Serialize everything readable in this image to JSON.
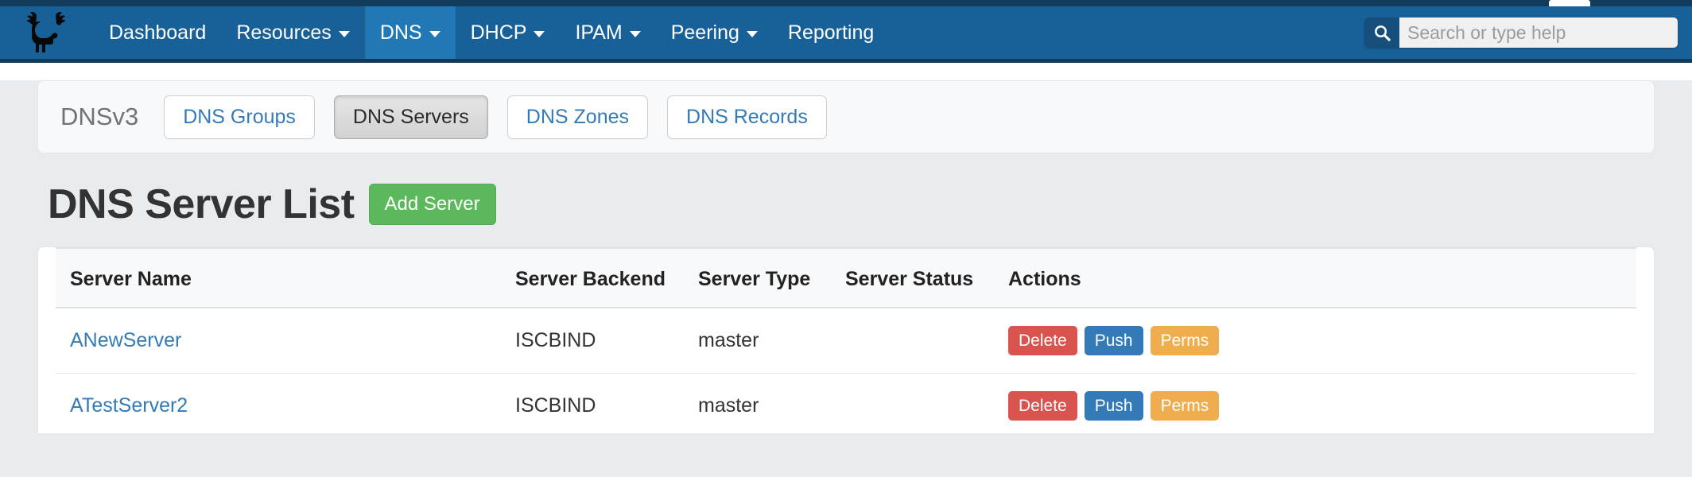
{
  "colors": {
    "navbar_blue": "#186198",
    "navbar_active_blue": "#2178b5",
    "navbar_border": "#0e3a5e",
    "page_background": "#e9ecef",
    "link_blue": "#337ab7",
    "add_green": "#5cb85c",
    "delete_red": "#d9534f",
    "push_blue": "#337ab7",
    "perms_orange": "#efad4e"
  },
  "navbar": {
    "logo_icon": "moose-logo-icon",
    "items": [
      {
        "label": "Dashboard",
        "has_caret": false,
        "active": false
      },
      {
        "label": "Resources",
        "has_caret": true,
        "active": false
      },
      {
        "label": "DNS",
        "has_caret": true,
        "active": true
      },
      {
        "label": "DHCP",
        "has_caret": true,
        "active": false
      },
      {
        "label": "IPAM",
        "has_caret": true,
        "active": false
      },
      {
        "label": "Peering",
        "has_caret": true,
        "active": false
      },
      {
        "label": "Reporting",
        "has_caret": false,
        "active": false
      }
    ],
    "search": {
      "icon": "search-icon",
      "placeholder": "Search or type help",
      "value": ""
    }
  },
  "module": {
    "title": "DNSv3",
    "tabs": [
      {
        "label": "DNS Groups",
        "active": false
      },
      {
        "label": "DNS Servers",
        "active": true
      },
      {
        "label": "DNS Zones",
        "active": false
      },
      {
        "label": "DNS Records",
        "active": false
      }
    ]
  },
  "main": {
    "title": "DNS Server List",
    "add_button": "Add Server",
    "table": {
      "columns": [
        "Server Name",
        "Server Backend",
        "Server Type",
        "Server Status",
        "Actions"
      ],
      "rows": [
        {
          "name": "ANewServer",
          "backend": "ISCBIND",
          "type": "master",
          "status": "",
          "actions": [
            {
              "label": "Delete",
              "style": "delete"
            },
            {
              "label": "Push",
              "style": "push"
            },
            {
              "label": "Perms",
              "style": "perms"
            }
          ]
        },
        {
          "name": "ATestServer2",
          "backend": "ISCBIND",
          "type": "master",
          "status": "",
          "actions": [
            {
              "label": "Delete",
              "style": "delete"
            },
            {
              "label": "Push",
              "style": "push"
            },
            {
              "label": "Perms",
              "style": "perms"
            }
          ]
        }
      ]
    }
  }
}
